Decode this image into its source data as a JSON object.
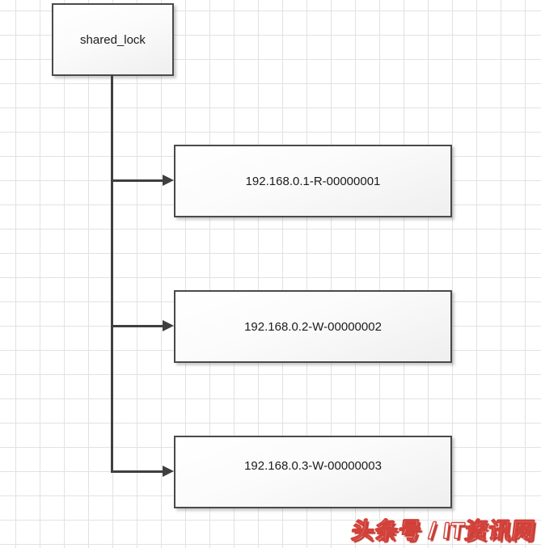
{
  "diagram": {
    "root_label": "shared_lock",
    "nodes": [
      {
        "label": "192.168.0.1-R-00000001"
      },
      {
        "label": "192.168.0.2-W-00000002"
      },
      {
        "label": "192.168.0.3-W-00000003"
      }
    ]
  },
  "watermark": {
    "text": "头条号 / IT资讯网"
  },
  "colors": {
    "node_border": "#4a4a4a",
    "node_fill_top": "#ffffff",
    "node_fill_bottom": "#efefef",
    "connector": "#3f3f3f",
    "grid_line": "#e2e2e2",
    "text": "#1b1b1b",
    "watermark_red": "#d2423a"
  }
}
